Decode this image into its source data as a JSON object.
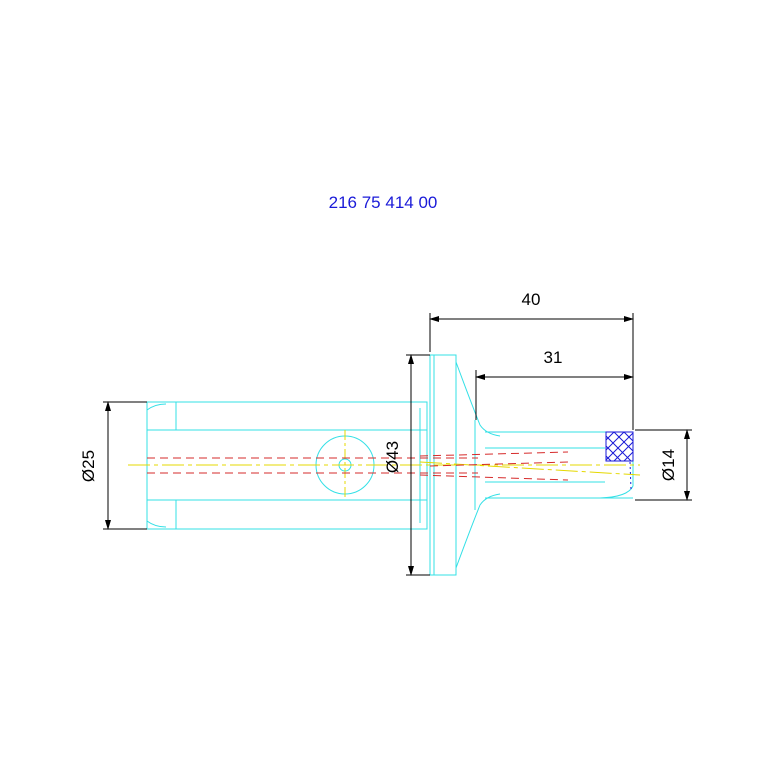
{
  "part_number": "216 75 414 00",
  "dimensions": {
    "length_total": "40",
    "length_shaft": "31",
    "dia_body": "Ø25",
    "dia_flange": "Ø43",
    "dia_tip": "Ø14"
  },
  "colors": {
    "outline": "#33e0e6",
    "dimension": "#000000",
    "centerline": "#e5d800",
    "hidden": "#d62b2b",
    "hatch": "#1a1ad8",
    "title": "#1a1ad8"
  }
}
